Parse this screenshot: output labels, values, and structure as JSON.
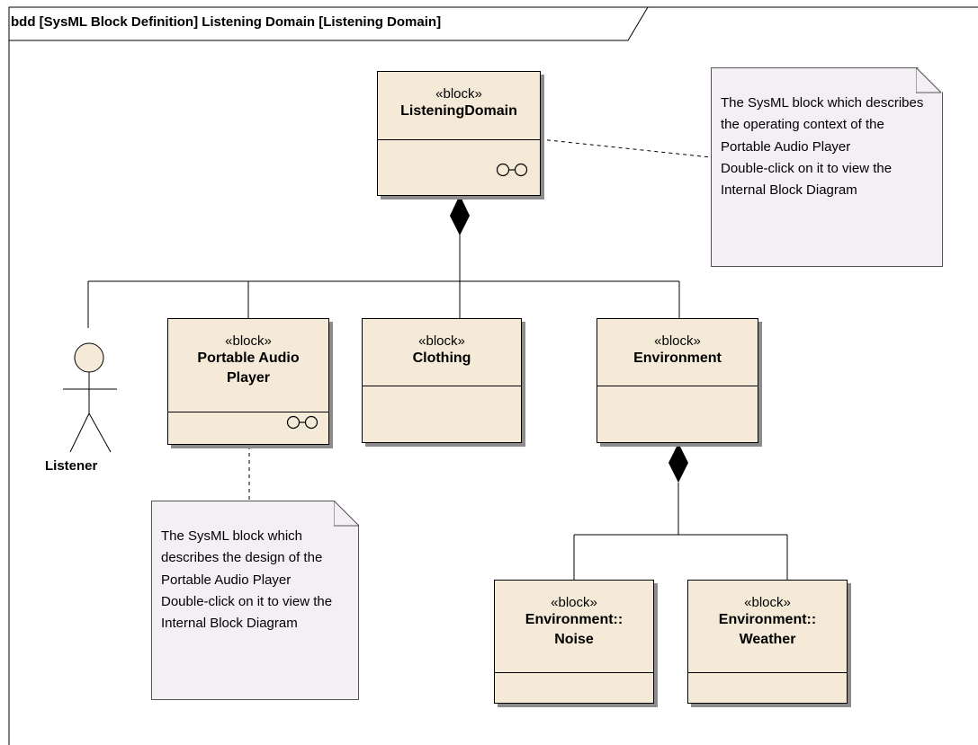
{
  "frame": {
    "title": "bdd [SysML Block Definition] Listening Domain [Listening Domain]"
  },
  "blocks": {
    "listening_domain": {
      "stereotype": "«block»",
      "name": "ListeningDomain"
    },
    "portable_audio_player": {
      "stereotype": "«block»",
      "name": "Portable Audio Player"
    },
    "clothing": {
      "stereotype": "«block»",
      "name": "Clothing"
    },
    "environment": {
      "stereotype": "«block»",
      "name": "Environment"
    },
    "noise": {
      "stereotype": "«block»",
      "name": "Environment:: Noise"
    },
    "weather": {
      "stereotype": "«block»",
      "name": "Environment:: Weather"
    }
  },
  "actor": {
    "name": "Listener"
  },
  "notes": {
    "domain_note": "The SysML block which describes the operating context of the Portable Audio Player\nDouble-click on it to view the Internal Block Diagram",
    "player_note": "The SysML block which describes the design of the Portable Audio Player\nDouble-click on it to view the Internal Block Diagram"
  },
  "icons": {
    "ibd_glasses": "glasses-icon"
  },
  "colors": {
    "block_fill": "#f5ead7",
    "note_fill": "#f3eff5",
    "shadow": "#8c8c8c"
  }
}
